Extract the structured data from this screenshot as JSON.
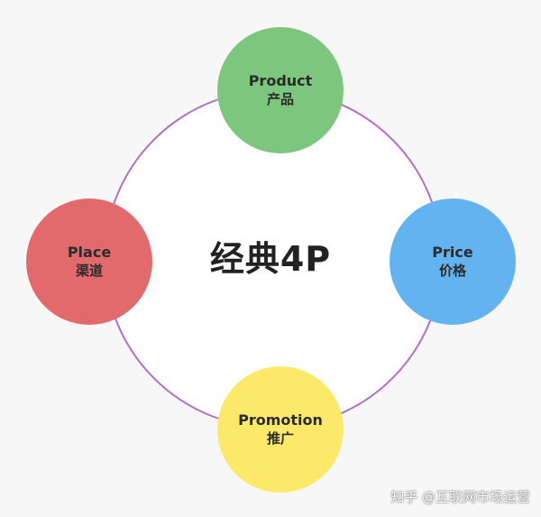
{
  "center": {
    "title": "经典4P"
  },
  "nodes": {
    "product": {
      "en": "Product",
      "zh": "产品",
      "color": "#7dc67e"
    },
    "price": {
      "en": "Price",
      "zh": "价格",
      "color": "#63b3f0"
    },
    "promotion": {
      "en": "Promotion",
      "zh": "推广",
      "color": "#fce96a"
    },
    "place": {
      "en": "Place",
      "zh": "渠道",
      "color": "#e26a6d"
    }
  },
  "ring": {
    "color": "#b36fc4",
    "fill": "#ffffff"
  },
  "watermark": {
    "text": "知乎 @互联网市场运营"
  }
}
